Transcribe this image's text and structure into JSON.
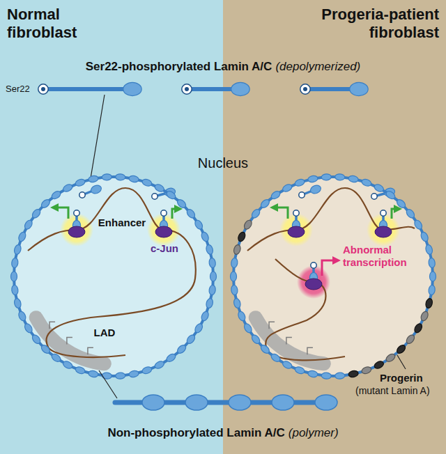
{
  "diagram": {
    "nodes": [
      {
        "text": [
          "Normal fibroblast"
        ]
      },
      {
        "text": [
          "Progeria-patient fibroblast"
        ]
      }
    ],
    "labels": [
      "Ser22-phosphorylated Lamin A/C",
      "(depolymerized)",
      "Ser22",
      "Nucleus",
      "Enhancer",
      "c-Jun",
      "LAD",
      "Abnormal transcription",
      "Progerin",
      "(mutant Lamin A)",
      "Non-phosphorylated Lamin A/C",
      "(polymer)"
    ]
  }
}
